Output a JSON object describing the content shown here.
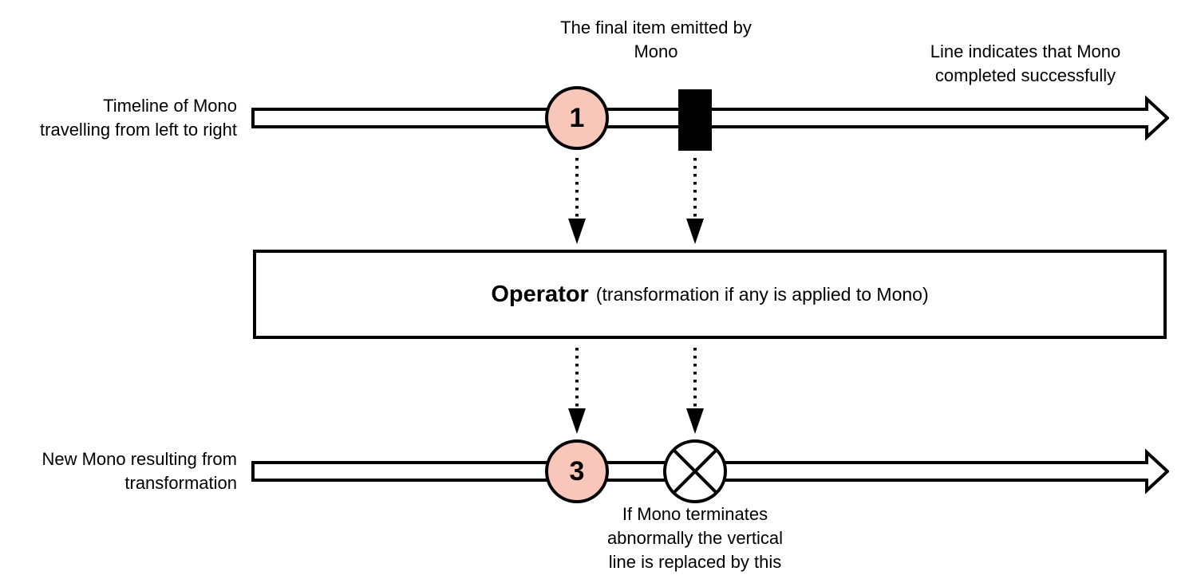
{
  "diagram": {
    "captions": {
      "final_item": {
        "line1": "The final item emitted by",
        "line2": "Mono"
      },
      "completed": {
        "line1": "Line indicates that Mono",
        "line2": "completed successfully"
      },
      "source_timeline": {
        "line1": "Timeline of Mono",
        "line2": "travelling from left to right"
      },
      "result_timeline": {
        "line1": "New Mono resulting from",
        "line2": "transformation"
      },
      "abnormal_termination": {
        "line1": "If Mono terminates",
        "line2": "abnormally the vertical",
        "line3": "line is replaced by this"
      }
    },
    "operator": {
      "title": "Operator",
      "subtitle": "(transformation if any is applied to Mono)"
    },
    "markers": {
      "source_item_value": "1",
      "result_item_value": "3"
    },
    "colors": {
      "item_fill": "#f9c6ba",
      "stroke": "#000000",
      "background": "#ffffff"
    }
  }
}
